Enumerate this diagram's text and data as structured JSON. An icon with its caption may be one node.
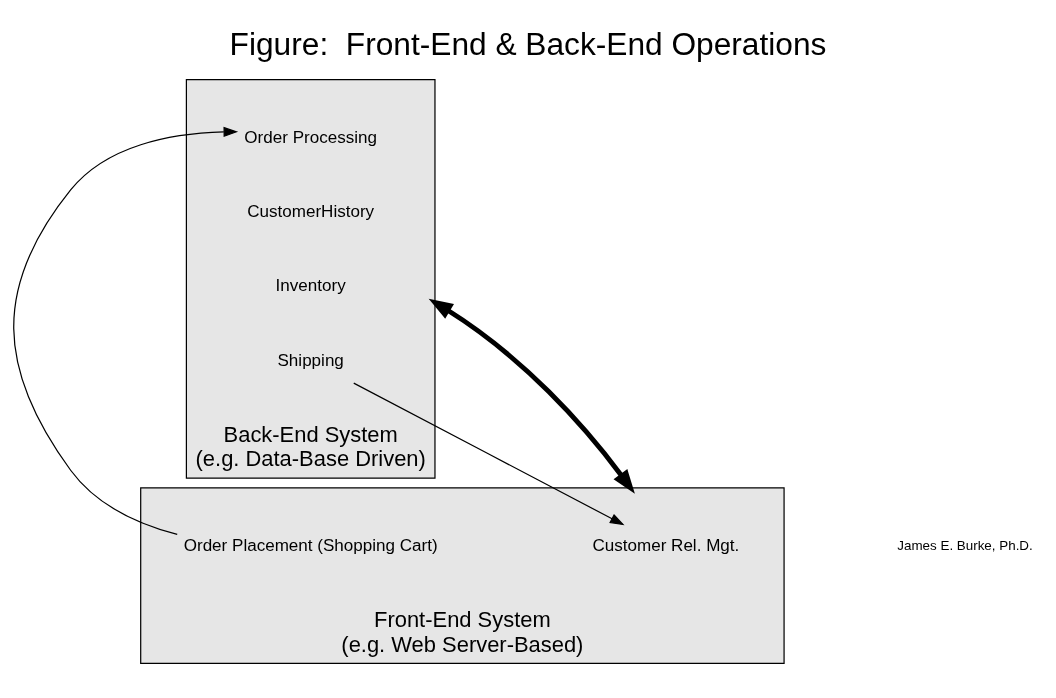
{
  "diagram": {
    "title": "Figure:  Front-End & Back-End Operations",
    "nodes": [
      {
        "text": [
          "Back-End System",
          "(e.g. Data-Base Driven)"
        ]
      },
      {
        "text": [
          "Order Processing"
        ],
        "in": 0
      },
      {
        "text": [
          "CustomerHistory"
        ],
        "in": 0
      },
      {
        "text": [
          "Inventory"
        ],
        "in": 0
      },
      {
        "text": [
          "Shipping"
        ],
        "in": 0
      },
      {
        "text": [
          "Front-End System",
          "(e.g. Web Server-Based)"
        ]
      },
      {
        "text": [
          "Order Placement (Shopping Cart)"
        ],
        "in": 5
      },
      {
        "text": [
          "Customer Rel. Mgt."
        ],
        "in": 5
      }
    ],
    "edges": [
      {
        "from": 6,
        "to": 1,
        "arrow": "to"
      },
      {
        "from": 0,
        "to": 5,
        "arrow": "both",
        "style": "thick"
      },
      {
        "from": 4,
        "to": 7,
        "arrow": "to"
      }
    ],
    "labels": [
      "James E. Burke, Ph.D."
    ]
  }
}
